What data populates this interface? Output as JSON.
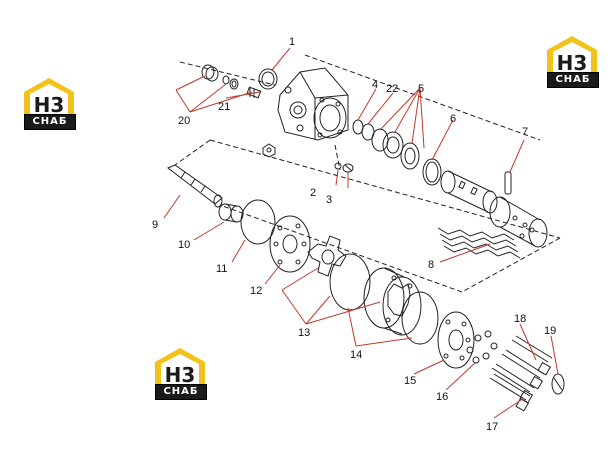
{
  "logo": {
    "letters": "H3",
    "caption": "СНАБ",
    "colors": {
      "accent": "#f2c21b",
      "dark": "#1a1a1a"
    }
  },
  "callouts": [
    "1",
    "2",
    "3",
    "4",
    "5",
    "6",
    "7",
    "8",
    "9",
    "10",
    "11",
    "12",
    "13",
    "14",
    "15",
    "16",
    "17",
    "18",
    "19",
    "20",
    "21",
    "22"
  ],
  "colors": {
    "line": "#222222",
    "leader": "#c0392b",
    "paper": "#ffffff"
  }
}
